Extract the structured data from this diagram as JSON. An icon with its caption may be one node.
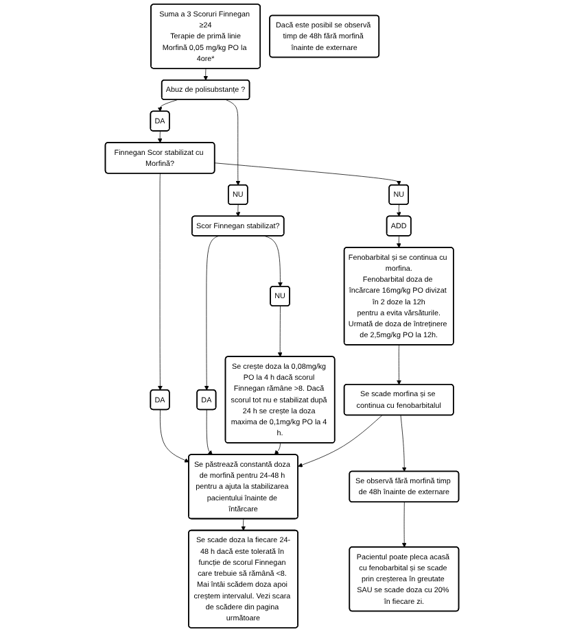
{
  "diagram": {
    "nodes": [
      {
        "text": [
          "Suma a 3 Scoruri Finnegan ≥24",
          "Terapie de primă linie",
          "Morfină 0,05 mg/kg PO la 4ore*"
        ]
      },
      {
        "text": [
          "Abuz de polisubstanțe ?"
        ]
      },
      {
        "text": [
          "DA"
        ]
      },
      {
        "text": [
          "Finnegan Scor stabilizat cu Morfină?"
        ]
      },
      {
        "text": [
          "NU"
        ]
      },
      {
        "text": [
          "ADD"
        ]
      },
      {
        "text": [
          "Fenobarbital și se continua cu morfina.",
          "Fenobarbital doza de încărcare 16mg/kg PO divizat în 2 doze la 12h",
          "pentru a evita vărsăturile.",
          "Urmată de doza de întreținere de 2,5mg/kg PO la 12h."
        ]
      },
      {
        "text": [
          "DA"
        ]
      },
      {
        "text": [
          "NU"
        ]
      },
      {
        "text": [
          "Scor Finnegan stabilizat?"
        ]
      },
      {
        "text": [
          "NU"
        ]
      },
      {
        "text": [
          "DA"
        ]
      },
      {
        "text": [
          "Se crește doza la 0,08mg/kg PO la 4 h dacă scorul Finnegan rămâne >8. Dacă scorul tot nu e stabilizat după 24 h se crește la doza maxima de 0,1mg/kg PO la 4 h."
        ]
      },
      {
        "text": [
          "Se păstrează constantă doza de morfină pentru 24-48 h pentru a ajuta la stabilizarea pacientului înainte de întărcare"
        ]
      },
      {
        "text": [
          "Se scade morfina și se continua cu fenobarbitalul"
        ]
      },
      {
        "text": [
          "Se scade doza la fiecare 24-48 h dacă este tolerată în funcție de scorul Finnegan care trebuie să rămână <8. Mai întâi scădem doza apoi creștem intervalul. Vezi scara de scădere din pagina următoare"
        ]
      },
      {
        "text": [
          "Se observă fără morfină timp de 48h înainte de externare"
        ]
      },
      {
        "text": [
          "Dacă este posibil se observă timp de 48h fără morfină înainte de externare"
        ]
      },
      {
        "text": [
          "Pacientul poate pleca acasă cu fenobarbital și se scade prin creșterea în greutate SAU se scade doza cu 20% în fiecare zi."
        ]
      }
    ],
    "edges": [
      {
        "from": 0,
        "to": 1,
        "arrow": "to"
      },
      {
        "from": 1,
        "to": 2,
        "arrow": "to"
      },
      {
        "from": 2,
        "to": 3,
        "arrow": "to"
      },
      {
        "from": 3,
        "to": 4,
        "arrow": "to"
      },
      {
        "from": 4,
        "to": 5,
        "arrow": "to"
      },
      {
        "from": 5,
        "to": 6,
        "arrow": "to"
      },
      {
        "from": 3,
        "to": 7,
        "arrow": "to"
      },
      {
        "from": 7,
        "to": 13,
        "arrow": "to"
      },
      {
        "from": 1,
        "to": 8,
        "arrow": "to"
      },
      {
        "from": 8,
        "to": 9,
        "arrow": "to"
      },
      {
        "from": 9,
        "to": 10,
        "arrow": "to"
      },
      {
        "from": 9,
        "to": 11,
        "arrow": "to"
      },
      {
        "from": 10,
        "to": 12,
        "arrow": "to"
      },
      {
        "from": 11,
        "to": 13,
        "arrow": "to"
      },
      {
        "from": 12,
        "to": 13,
        "arrow": "to"
      },
      {
        "from": 6,
        "to": 14,
        "arrow": "to"
      },
      {
        "from": 14,
        "to": 13,
        "arrow": "to"
      },
      {
        "from": 13,
        "to": 15,
        "arrow": "to"
      },
      {
        "from": 14,
        "to": 16,
        "arrow": "to"
      },
      {
        "from": 16,
        "to": 18,
        "arrow": "to"
      }
    ]
  }
}
